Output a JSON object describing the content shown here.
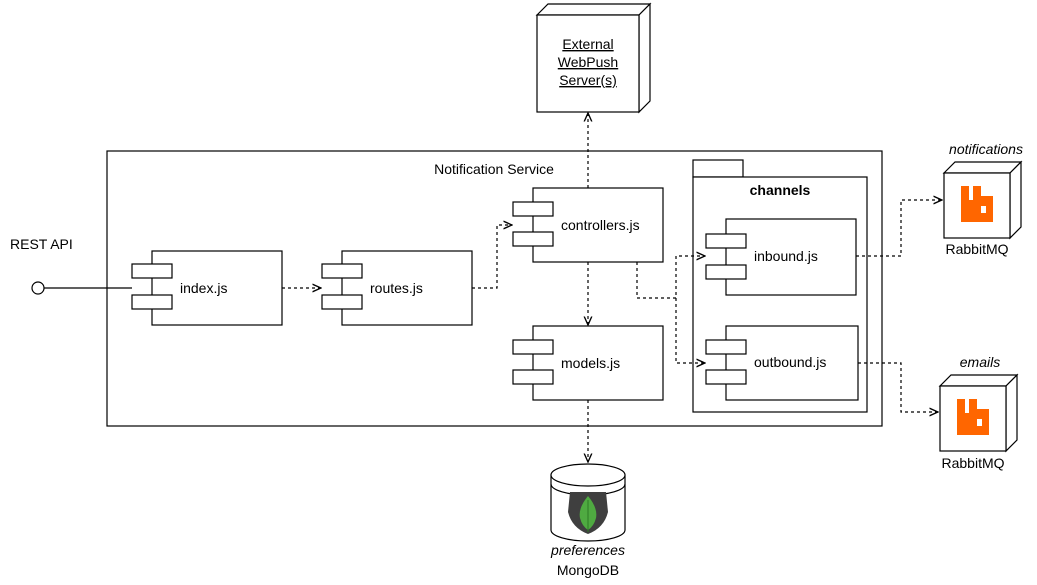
{
  "labels": {
    "external_server": [
      "External",
      "WebPush",
      "Server(s)"
    ],
    "notification_service": "Notification Service",
    "channels": "channels",
    "rest_api": "REST API",
    "index": "index.js",
    "routes": "routes.js",
    "controllers": "controllers.js",
    "models": "models.js",
    "inbound": "inbound.js",
    "outbound": "outbound.js",
    "queue_notifications": "notifications",
    "queue_emails": "emails",
    "rabbitmq_1": "RabbitMQ",
    "rabbitmq_2": "RabbitMQ",
    "db_name": "preferences",
    "db_type": "MongoDB"
  },
  "icons": {
    "rabbitmq": "rabbitmq-logo-icon",
    "mongodb": "mongodb-leaf-icon",
    "component": "uml-component-icon",
    "interface": "lollipop-interface-icon"
  },
  "colors": {
    "rabbitmq": "#ff6600",
    "mongodb_leaf": "#4faa41",
    "mongodb_bg": "#3f3f3f",
    "line": "#000000"
  }
}
